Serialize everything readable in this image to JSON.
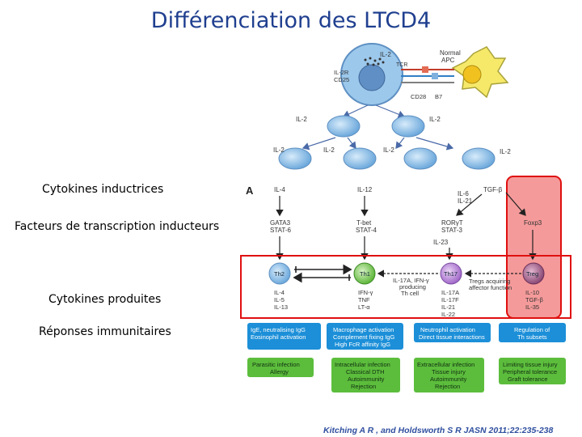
{
  "slide": {
    "title": "Différenciation des LTCD4",
    "left_labels": {
      "inducing_cytokines": "Cytokines inductrices",
      "transcription_factors": "Facteurs de transcription inducteurs",
      "produced_cytokines": "Cytokines produites",
      "immune_responses": "Réponses immunitaires"
    },
    "reference": "Kitching A R , and Holdsworth S R JASN 2011;22:235-238"
  },
  "diagram": {
    "top": {
      "il2_top": "IL-2",
      "il2r_label": "IL-2R",
      "cd25_label": "CD25",
      "tcr_label": "TCR",
      "cd28_label": "CD28",
      "b7_label": "B7",
      "apc_label_1": "Normal",
      "apc_label_2": "APC",
      "il2_mid_left": "IL-2",
      "il2_mid_right": "IL-2",
      "il2_bot_1": "IL-2",
      "il2_bot_2": "IL-2",
      "il2_bot_3": "IL-2",
      "il2_bot_4": "IL-2"
    },
    "panel_letter": "A",
    "cytokines_in": {
      "th2": "IL-4",
      "th1": "IL-12",
      "th17_1": "IL-6",
      "th17_2": "IL-21",
      "treg": "TGF-β"
    },
    "tfs": {
      "th2_1": "GATA3",
      "th2_2": "STAT-6",
      "th1_1": "T-bet",
      "th1_2": "STAT-4",
      "th17_1": "RORγT",
      "th17_2": "STAT-3",
      "th17_3": "IL-23",
      "treg": "Foxp3"
    },
    "cells": {
      "th2": "Th2",
      "th1": "Th1",
      "th17": "Th17",
      "treg": "Treg"
    },
    "mid_notes": {
      "th17_to_th1_1": "IL-17A, IFN-γ",
      "th17_to_th1_2": "producing",
      "th17_to_th1_3": "Th cell",
      "treg_note_1": "Tregs acquiring",
      "treg_note_2": "affector function"
    },
    "cytokines_out": {
      "th2": [
        "IL-4",
        "IL-5",
        "IL-13"
      ],
      "th1": [
        "IFN-γ",
        "TNF",
        "LT-α"
      ],
      "th17": [
        "IL-17A",
        "IL-17F",
        "IL-21",
        "IL-22"
      ],
      "treg": [
        "IL-10",
        "TGF-β",
        "IL-35"
      ]
    },
    "responses_blue": {
      "th2": [
        "IgE, neutralising IgG",
        "Eosinophil activation"
      ],
      "th1": [
        "Macrophage activation",
        "Complement fixing IgG",
        "High FcR affinity IgG"
      ],
      "th17": [
        "Neutrophil activation",
        "Direct tissue interactions"
      ],
      "treg": [
        "Regulation of",
        "Th subsets"
      ]
    },
    "responses_green": {
      "th2": [
        "Parasitic infection",
        "Allergy"
      ],
      "th1": [
        "Intracellular infection",
        "Classical DTH",
        "Autoimmunity",
        "Rejection"
      ],
      "th17": [
        "Extracellular infection",
        "Tissue injury",
        "Autoimmunity",
        "Rejection"
      ],
      "treg": [
        "Limiting tissue injury",
        "Peripheral tolerance",
        "Graft tolerance"
      ]
    },
    "colors": {
      "highlight_border": "#e01010",
      "treg_fill": "#f59a9a",
      "blue_box": "#1c8fd8",
      "green_box": "#5cbd3c",
      "cell_blue": "#8fc2ea",
      "th1_green": "#7ccd5a",
      "th17_purple": "#b77fd6",
      "treg_purple": "#9a5a88"
    }
  }
}
